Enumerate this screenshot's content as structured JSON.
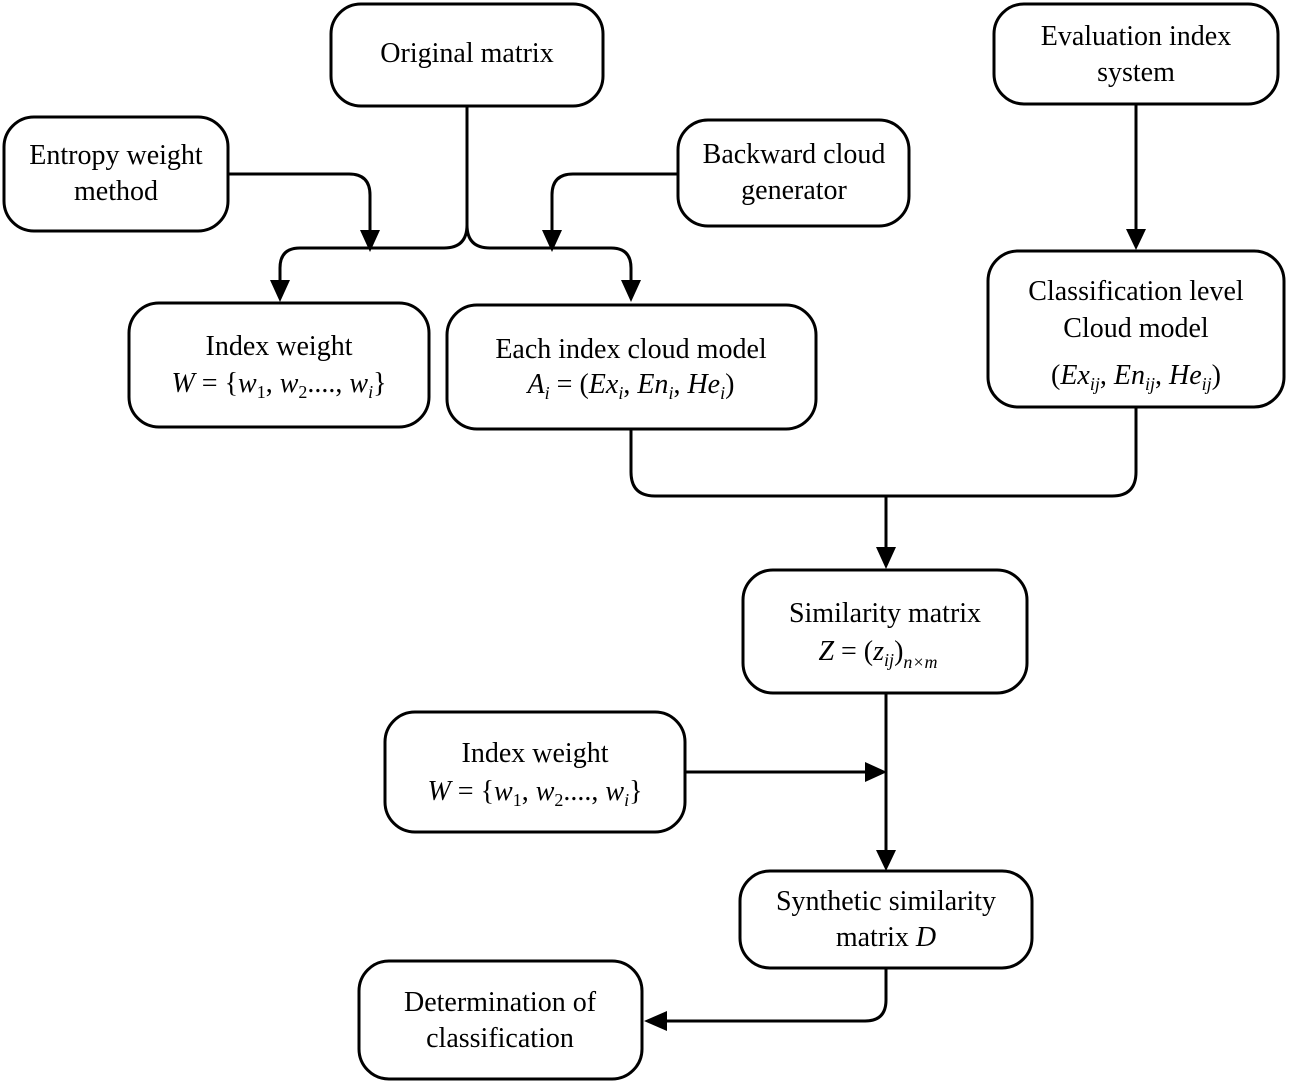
{
  "nodes": {
    "original_matrix": {
      "lines": [
        "Original matrix"
      ]
    },
    "entropy_weight": {
      "lines": [
        "Entropy weight",
        "method"
      ]
    },
    "backward_cloud": {
      "lines": [
        "Backward cloud",
        "generator"
      ]
    },
    "evaluation_index": {
      "lines": [
        "Evaluation index",
        "system"
      ]
    },
    "index_weight_top": {
      "title": "Index weight",
      "formula": "W = {w1, w2...., wi}"
    },
    "each_index_cloud": {
      "title": "Each index cloud model",
      "formula": "Ai = (Exi, Eni, Hei)"
    },
    "classification_level": {
      "lines": [
        "Classification level",
        "Cloud model"
      ],
      "formula": "(Exij, Enij, Heij)"
    },
    "similarity_matrix": {
      "title": "Similarity matrix",
      "formula": "Z = (zij)n×m"
    },
    "index_weight_bottom": {
      "title": "Index weight",
      "formula": "W = {w1, w2...., wi}"
    },
    "synthetic_similarity": {
      "lines": [
        "Synthetic similarity",
        "matrix D"
      ]
    },
    "determination": {
      "lines": [
        "Determination of",
        "classification"
      ]
    }
  }
}
